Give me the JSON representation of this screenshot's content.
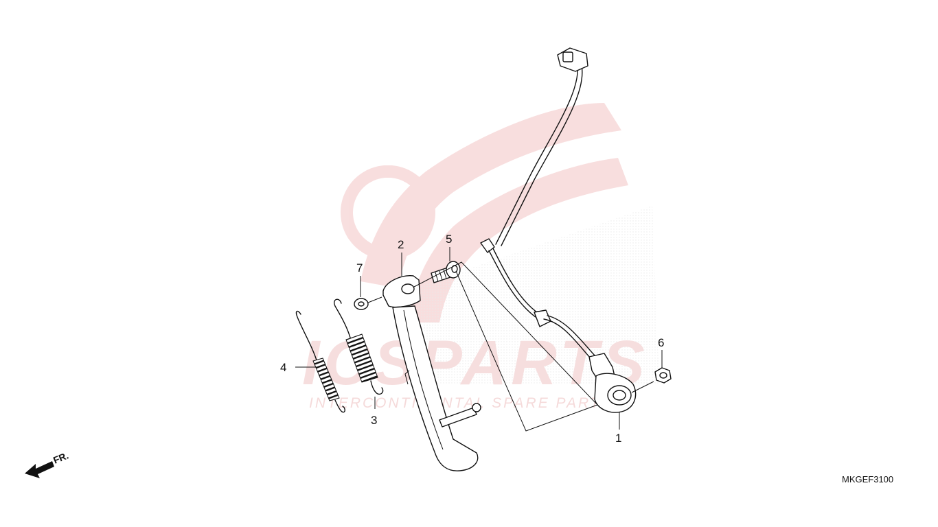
{
  "diagram": {
    "callouts": [
      {
        "id": "c1",
        "label": "1"
      },
      {
        "id": "c2",
        "label": "2"
      },
      {
        "id": "c3",
        "label": "3"
      },
      {
        "id": "c4",
        "label": "4"
      },
      {
        "id": "c5",
        "label": "5"
      },
      {
        "id": "c6",
        "label": "6"
      },
      {
        "id": "c7",
        "label": "7"
      }
    ],
    "direction_label": "FR.",
    "diagram_code": "MKGEF3100"
  },
  "watermark": {
    "brand": "ICSPARTS",
    "tagline": "INTERCONTINENTAL SPARE PARTS",
    "color": "#e8a3a3"
  },
  "colors": {
    "line": "#111111",
    "background": "#ffffff",
    "watermark": "#f3cfcf"
  }
}
